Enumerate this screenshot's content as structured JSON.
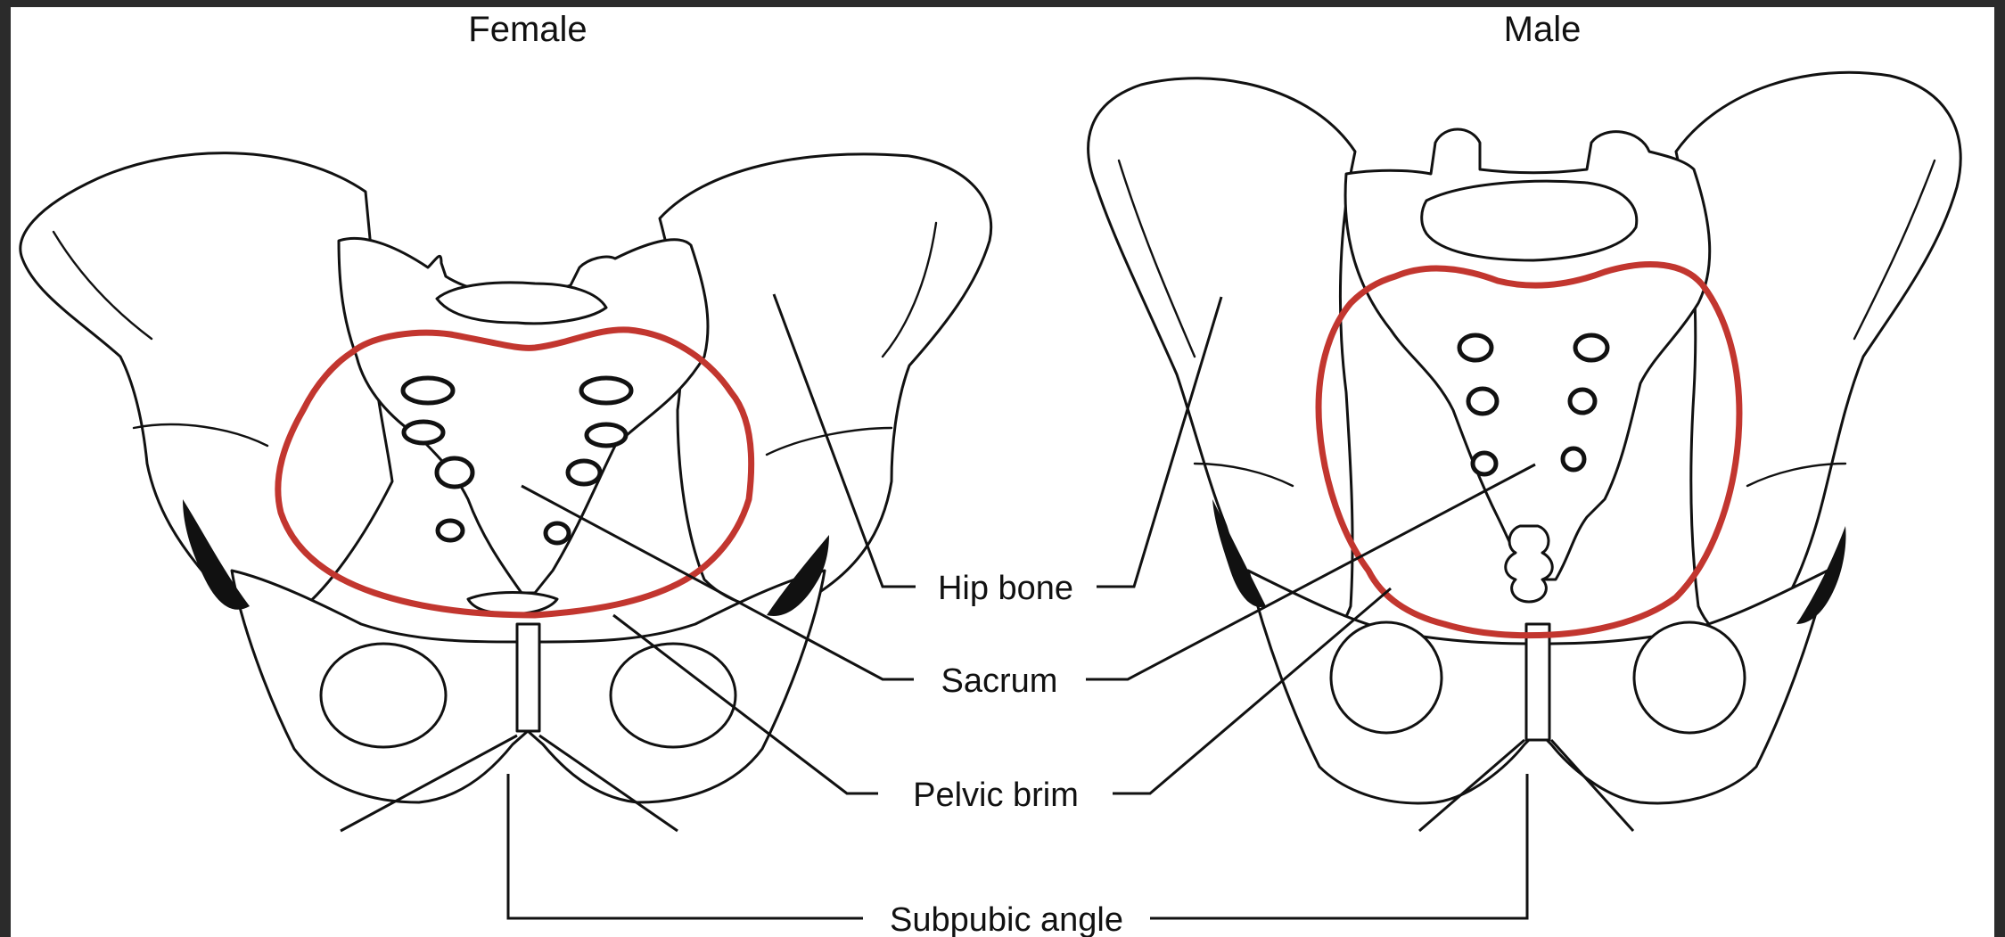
{
  "panels": {
    "female": {
      "title": "Female"
    },
    "male": {
      "title": "Male"
    }
  },
  "labels": {
    "hip_bone": "Hip bone",
    "sacrum": "Sacrum",
    "pelvic_brim": "Pelvic brim",
    "subpubic_angle": "Subpubic angle"
  },
  "colors": {
    "pelvic_brim_outline": "#c2362f",
    "line_art": "#111111",
    "page_background": "#ffffff",
    "screen_border": "#2b2b2b"
  }
}
